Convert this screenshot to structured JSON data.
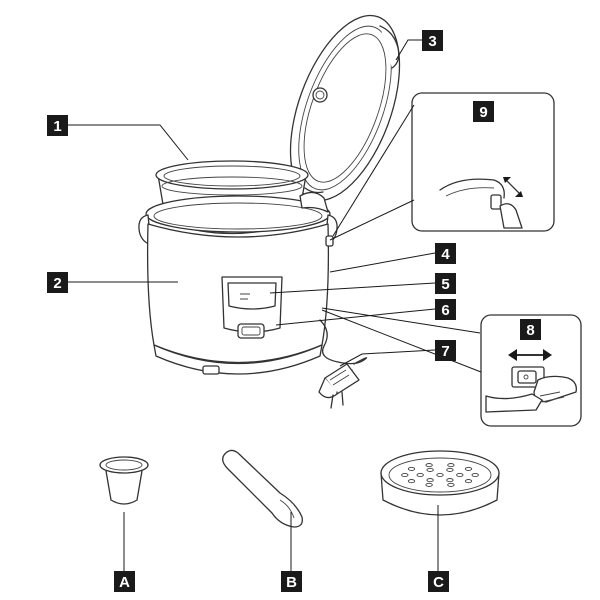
{
  "labels": {
    "n1": "1",
    "n2": "2",
    "n3": "3",
    "n4": "4",
    "n5": "5",
    "n6": "6",
    "n7": "7",
    "n8": "8",
    "n9": "9",
    "a": "A",
    "b": "B",
    "c": "C"
  },
  "colors": {
    "label_bg": "#1a1a1a",
    "label_fg": "#ffffff",
    "outline": "#333333"
  }
}
